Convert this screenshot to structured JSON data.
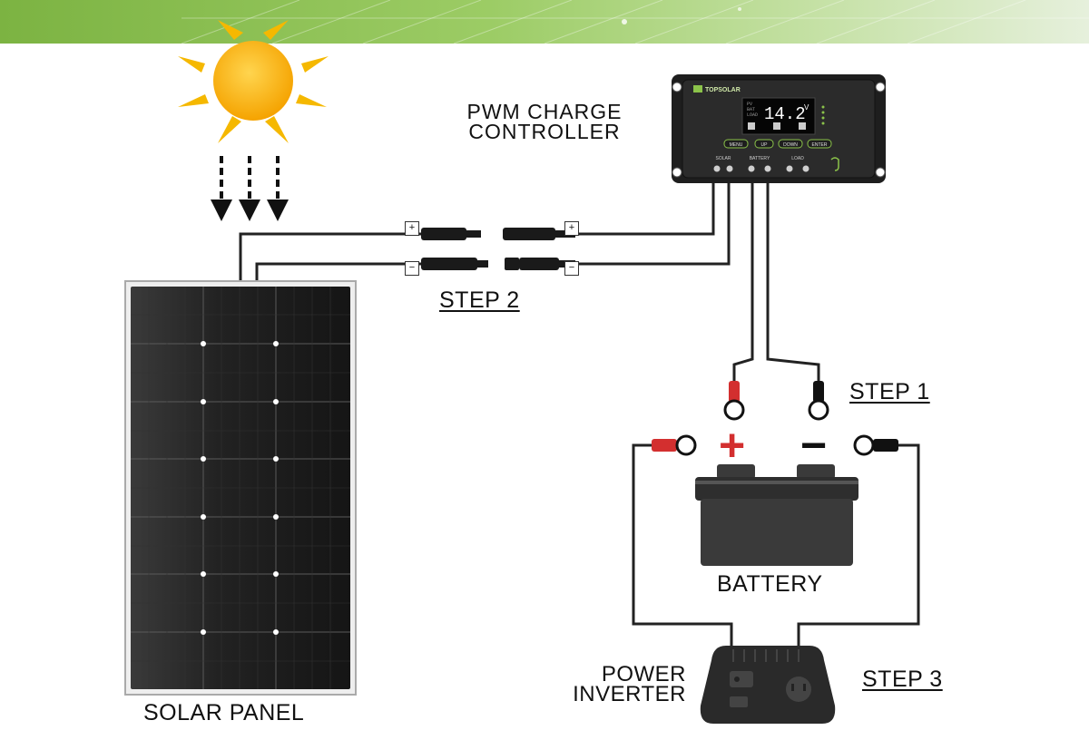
{
  "controller": {
    "title_line1": "PWM CHARGE",
    "title_line2": "CONTROLLER",
    "brand": "TOPSOLAR",
    "display": "14.2",
    "display_unit": "V",
    "buttons": [
      "MENU",
      "UP",
      "DOWN",
      "ENTER"
    ],
    "terminal_labels": [
      "SOLAR",
      "BATTERY",
      "LOAD"
    ]
  },
  "steps": {
    "step1": "STEP 1",
    "step2": "STEP 2",
    "step3": "STEP 3"
  },
  "labels": {
    "solar_panel": "SOLAR PANEL",
    "battery": "BATTERY",
    "inverter_line1": "POWER",
    "inverter_line2": "INVERTER"
  },
  "polarity": {
    "plus": "+",
    "minus": "−"
  },
  "colors": {
    "banner_green": "#7cb342",
    "wire": "#222222",
    "positive_red": "#d32f2f",
    "sun_yellow": "#f5b800"
  }
}
